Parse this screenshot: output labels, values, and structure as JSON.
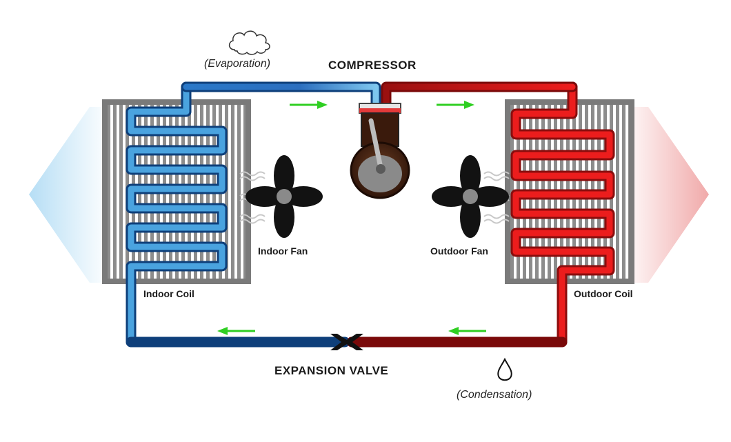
{
  "labels": {
    "compressor": "COMPRESSOR",
    "evaporation": "(Evaporation)",
    "indoor_fan": "Indoor Fan",
    "outdoor_fan": "Outdoor Fan",
    "indoor_coil": "Indoor Coil",
    "outdoor_coil": "Outdoor Coil",
    "expansion_valve": "EXPANSION VALVE",
    "condensation": "(Condensation)"
  },
  "colors": {
    "cold_refrigerant": "#4aa3df",
    "hot_refrigerant": "#e21b1b",
    "flow_arrow": "#2fcf22",
    "coil_frame": "#7d7d7d",
    "cold_air": "#bfe3f7",
    "hot_air": "#f2a9a9"
  },
  "icons": [
    "cloud-icon",
    "water-drop-icon",
    "indoor-fan-icon",
    "outdoor-fan-icon",
    "compressor-icon",
    "expansion-valve-icon"
  ]
}
